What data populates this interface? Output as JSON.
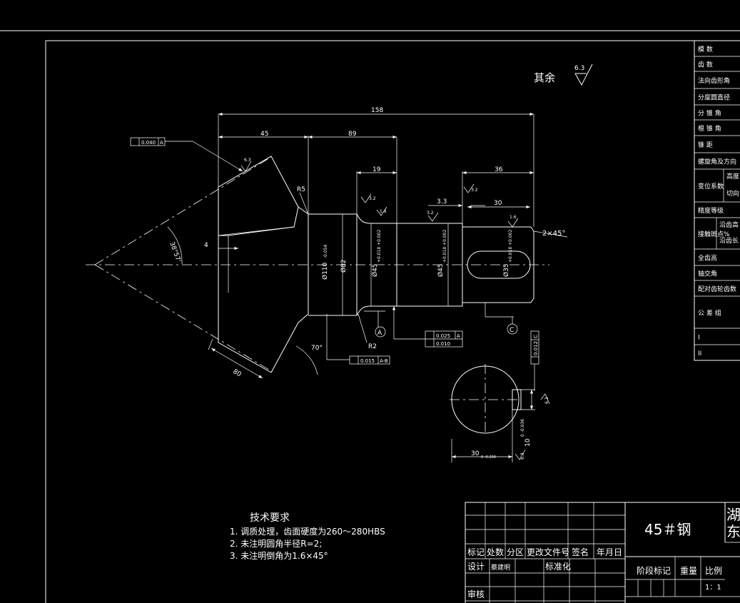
{
  "surface_roughness": {
    "prefix": "其余",
    "value": "6.3"
  },
  "dimensions": {
    "overall": "158",
    "d45": "45",
    "d89": "89",
    "d19": "19",
    "d36": "36",
    "d33": "3.3",
    "d30": "30",
    "d4": "4",
    "d80": "80",
    "angle_small": "38°57'",
    "angle_back": "70°",
    "r5": "R5",
    "r2": "R2",
    "chamfer": "2×45°",
    "dia110": "Ø110",
    "dia110_tol": "-0.054",
    "dia82": "Ø82",
    "dia45a": "Ø45",
    "dia45a_tol": "+0.018 +0.002",
    "dia45b": "Ø45",
    "dia45b_tol": "+0.018 +0.002",
    "dia35": "Ø35",
    "dia35_tol": "+0.018 +0.002",
    "ra_a": "6.3",
    "ra_b": "3.2",
    "ra_c": "1.6",
    "ra_d": "3.2",
    "ra_e": "1.6",
    "ra_f": "3.2",
    "keyway_width": "10",
    "keyway_width_tol": "0 -0.036",
    "keyway_depth": "30",
    "keyway_depth_tol": "0 -0.200",
    "ra_key1": "6.3",
    "ra_key2": "6.3"
  },
  "tolerances": {
    "runout_top": "0.040",
    "runout_top_ref": "A",
    "runout_mid": "0.025",
    "runout_mid_ref": "A",
    "cyl": "0.010",
    "runout_bottom": "0.015",
    "runout_bottom_ref": "A-B",
    "sym": "0.012",
    "sym_ref": "C"
  },
  "datums": {
    "a": "A",
    "c": "C"
  },
  "requirements": {
    "title": "技术要求",
    "items": [
      "1.  调质处理，齿面硬度为260～280HBS",
      "2.  未注明圆角半径R=2;",
      "3.  未注明倒角为1.6×45°"
    ]
  },
  "params_table": {
    "rows": [
      "模  数",
      "齿  数",
      "法向齿形角",
      "分度圆直径",
      "分 锥 角",
      "根 锥 角",
      "锥  距",
      "螺旋角及方向",
      "变位系数",
      "精度等级",
      "接触斑点%",
      "全齿高",
      "轴交角",
      "配对齿轮齿数",
      "公 差 组",
      "I",
      "II"
    ],
    "sub": {
      "height": "高度",
      "tangential": "切向",
      "along_height": "沿齿高",
      "along_length": "沿齿长"
    }
  },
  "title_block": {
    "material": "45＃钢",
    "company_partial_1": "湖",
    "company_partial_2": "东",
    "headers": [
      "标记",
      "处数",
      "分区",
      "更改文件号",
      "签名",
      "年月日"
    ],
    "design": "设计",
    "designer": "蔡建明",
    "standardize": "标准化",
    "review": "审核",
    "stage_mark": "阶段标记",
    "weight": "重量",
    "scale_label": "比例",
    "scale": "1：1"
  }
}
